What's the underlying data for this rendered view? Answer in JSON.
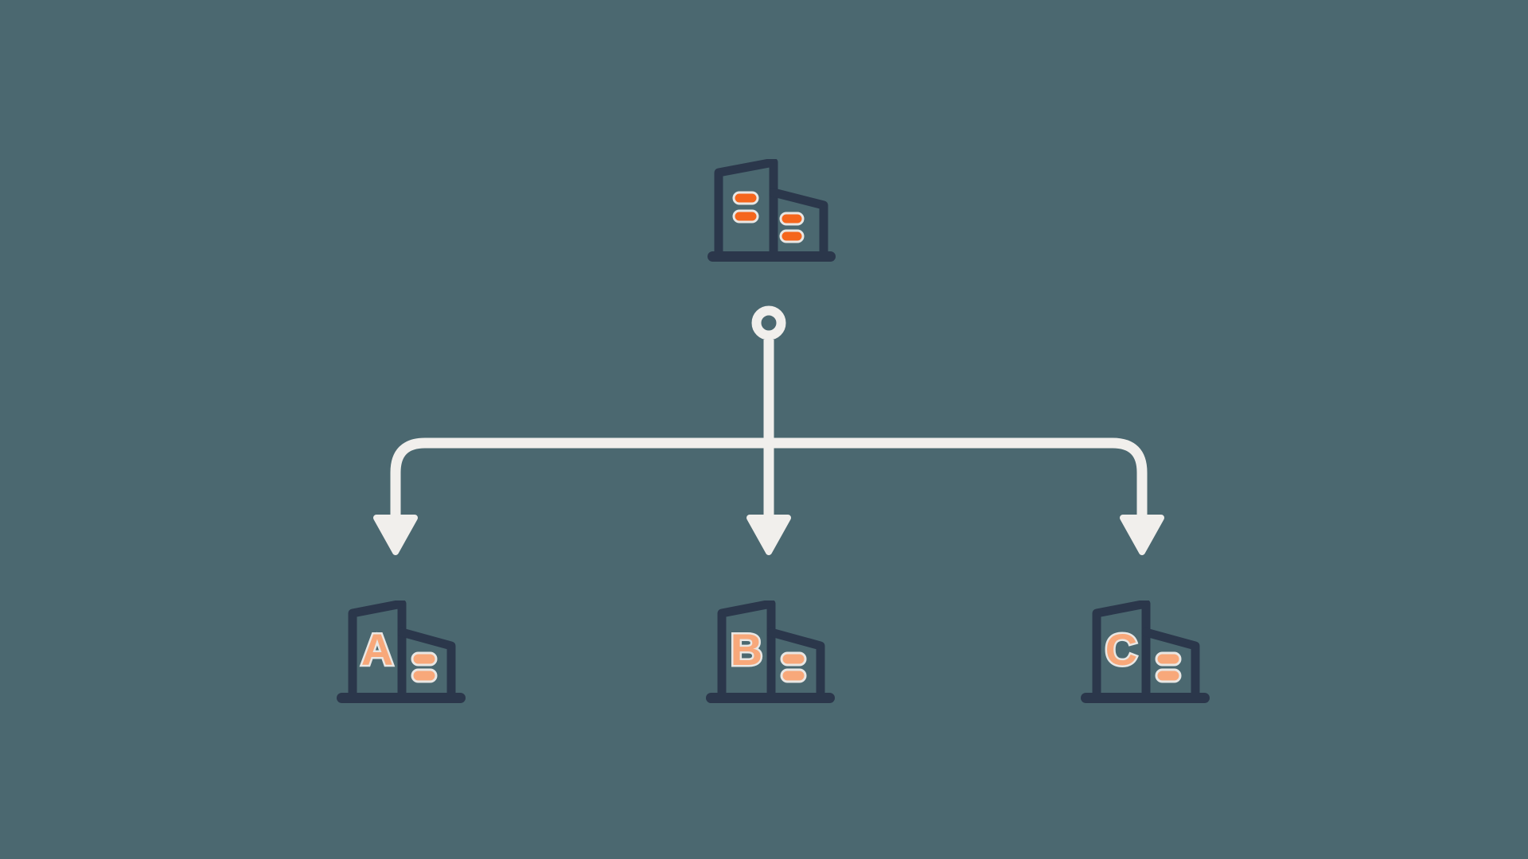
{
  "diagram": {
    "type": "org-structure-tree",
    "background_color": "#4b6870",
    "colors": {
      "building_outline": "#2b374b",
      "parent_window_orange": "#f5661d",
      "child_accent_salmon": "#f8a87a",
      "light_halo": "#e9e7e4",
      "connector_line": "#f1efec"
    },
    "parent": {
      "icon": "office-buildings-icon",
      "left_building_windows": 2,
      "right_building_windows": 2
    },
    "connector": {
      "style": "ring-start-three-branch-arrows",
      "arrow_count": 3
    },
    "children": [
      {
        "label": "A",
        "icon": "office-buildings-icon",
        "windows": 2
      },
      {
        "label": "B",
        "icon": "office-buildings-icon",
        "windows": 2
      },
      {
        "label": "C",
        "icon": "office-buildings-icon",
        "windows": 2
      }
    ]
  }
}
